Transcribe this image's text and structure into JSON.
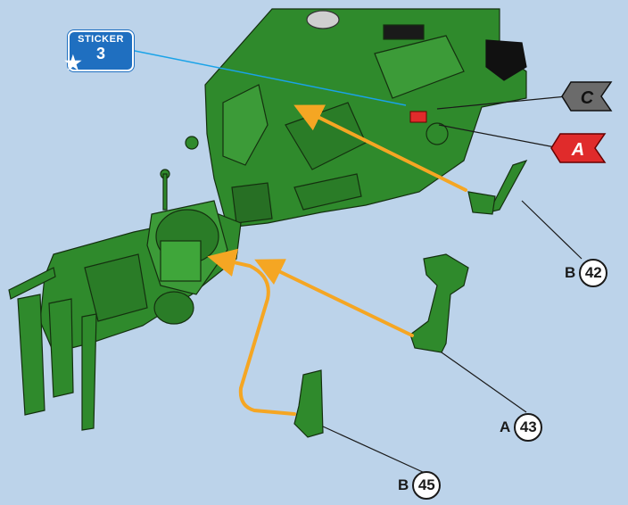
{
  "sticker": {
    "word": "STICKER",
    "number": "3"
  },
  "flags": [
    {
      "letter": "C",
      "color": "#6b6b6b"
    },
    {
      "letter": "A",
      "color": "#e02b2b"
    }
  ],
  "parts": [
    {
      "letter": "B",
      "number": "42"
    },
    {
      "letter": "A",
      "number": "43"
    },
    {
      "letter": "B",
      "number": "45"
    }
  ],
  "colors": {
    "background": "#bcd3ea",
    "model_green": "#2f8a2c",
    "arrow_orange": "#f5a623",
    "leader_blue": "#1aa3e8",
    "sticker_blue": "#1f6fc0"
  }
}
